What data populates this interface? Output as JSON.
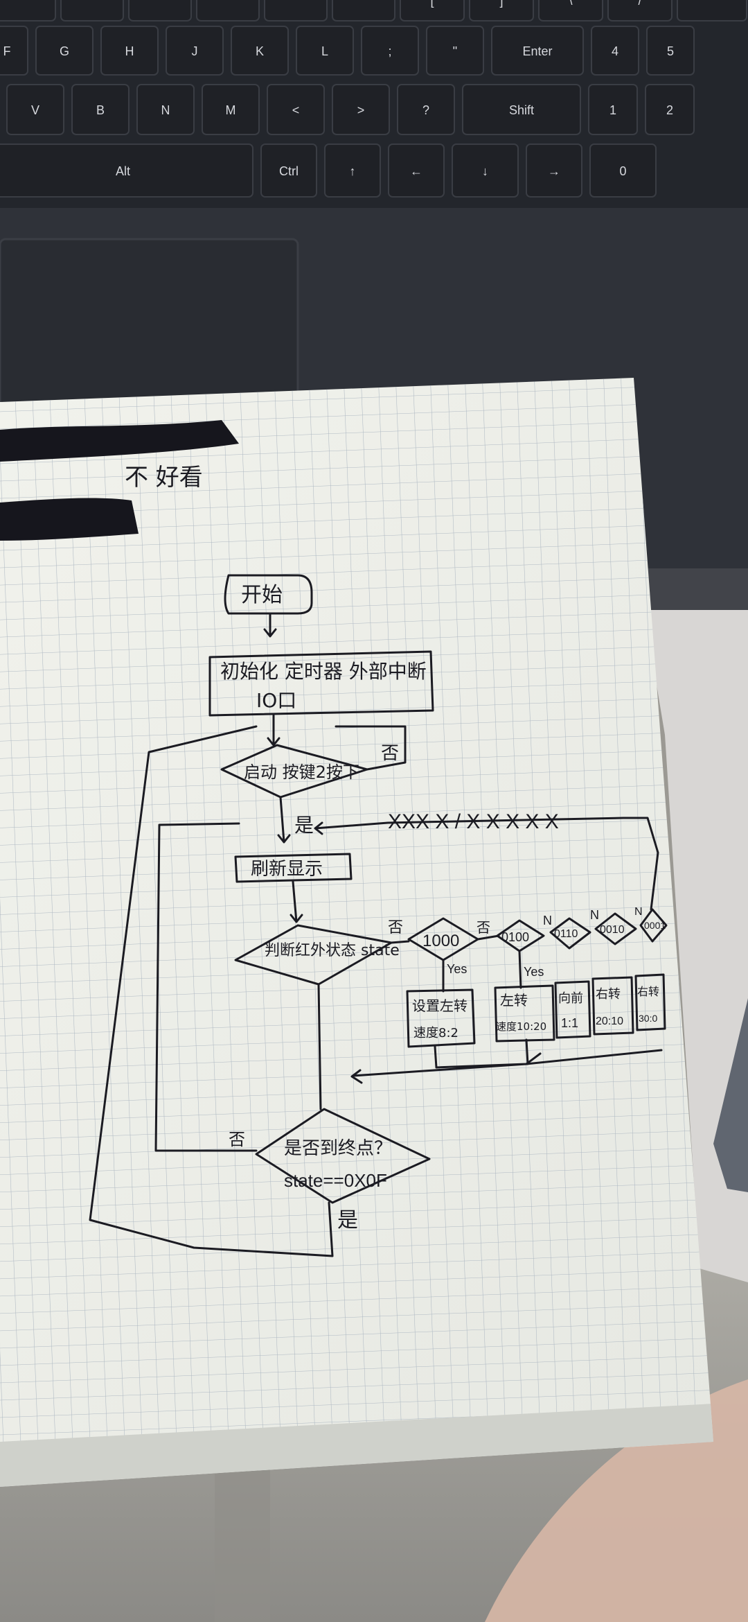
{
  "keyboard": {
    "row_top": [
      "",
      "",
      "",
      "",
      "",
      "",
      "[",
      "]",
      "\\",
      "/",
      ""
    ],
    "row_home": [
      "F",
      "G",
      "H",
      "J",
      "K",
      "L",
      ";",
      "\"",
      "Enter",
      "4",
      "5"
    ],
    "row_bottom": [
      "V",
      "B",
      "N",
      "M",
      "<",
      ">",
      "?",
      "Shift",
      "1",
      "2"
    ],
    "row_space": [
      "Alt",
      "Ctrl",
      "↑",
      "←",
      "↓",
      "→",
      "0"
    ]
  },
  "notebook": {
    "scribble_text": "不 好看",
    "flowchart": {
      "start": "开始",
      "init": "初始化 定时器 外部中断",
      "init_sub": "IO口",
      "start_check": "启动 按键2按下",
      "no_1": "否",
      "yes_1": "是",
      "refresh": "刷新显示",
      "judge": "判断红外状态 state",
      "no_2": "否",
      "s1000": "1000",
      "s0100": "0100",
      "s0110": "0110",
      "s0010": "0010",
      "s0001": "0001",
      "no_mid": "否",
      "n_1": "N",
      "n_2": "N",
      "n_3": "N",
      "yes_a": "Yes",
      "yes_b": "Yes",
      "act1_line1": "设置左转",
      "act1_line2": "速度8:2",
      "act2_line1": "左转",
      "act2_line2": "速度10:20",
      "act3_line1": "向前",
      "act3_line2": "1:1",
      "act4_line1": "右转",
      "act4_line2": "20:10",
      "act5_line1": "右转",
      "act5_line2": "30:0",
      "end_check": "是否到终点？",
      "end_state": "state==0X0F",
      "no_3": "否",
      "yes_end": "是",
      "crossed": "XXX X / X X X X X"
    }
  }
}
